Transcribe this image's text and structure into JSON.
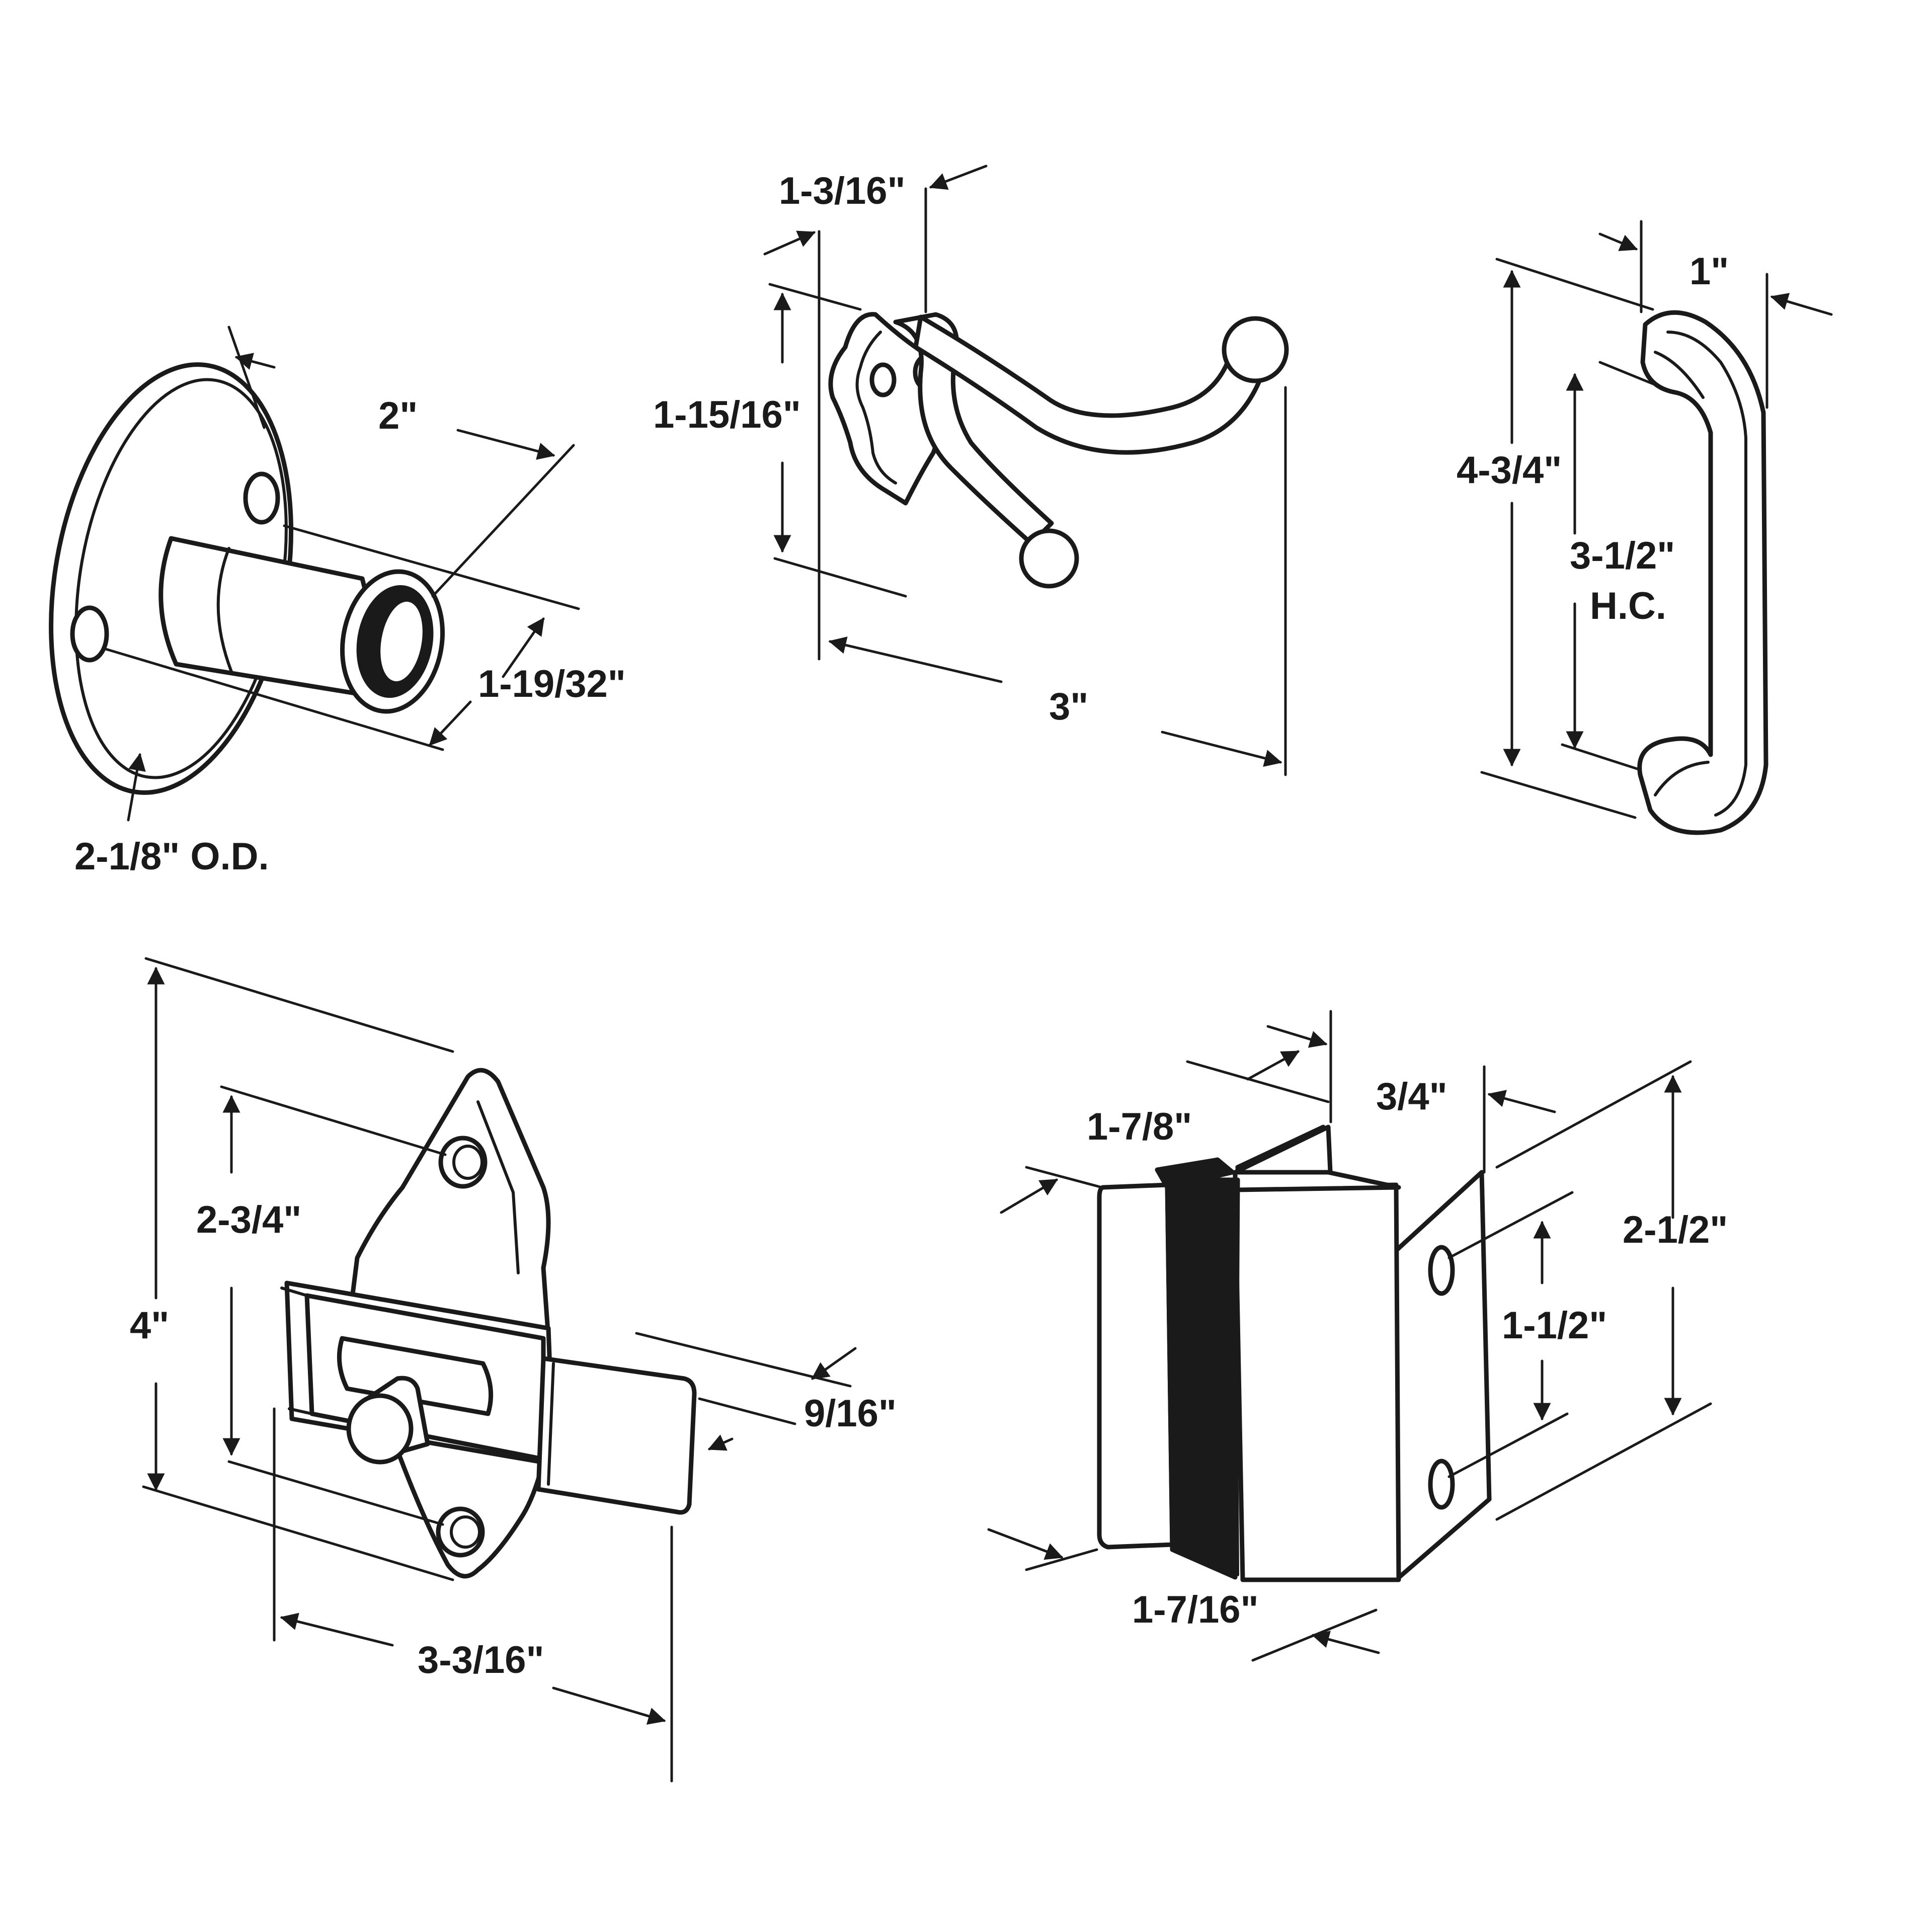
{
  "colors": {
    "ink": "#1a1a1a",
    "background": "#ffffff"
  },
  "bumper": {
    "length_label": "2\"",
    "tip_diameter_label": "1-19/32\"",
    "flange_diameter_label": "2-1/8\" O.D."
  },
  "coat_hook": {
    "depth_label": "1-3/16\"",
    "height_label": "1-15/16\"",
    "width_label": "3\""
  },
  "door_pull": {
    "depth_label": "1\"",
    "height_label": "4-3/4\"",
    "hole_center_label": "3-1/2\"",
    "hole_center_note": "H.C."
  },
  "slide_latch": {
    "height_label": "4\"",
    "hole_center_label": "2-3/4\"",
    "bolt_width_label": "9/16\"",
    "length_label": "3-3/16\""
  },
  "strike_keeper": {
    "width_label": "1-7/8\"",
    "flange_label": "3/4\"",
    "height_label": "2-1/2\"",
    "hole_center_label": "1-1/2\"",
    "depth_label": "1-7/16\""
  }
}
